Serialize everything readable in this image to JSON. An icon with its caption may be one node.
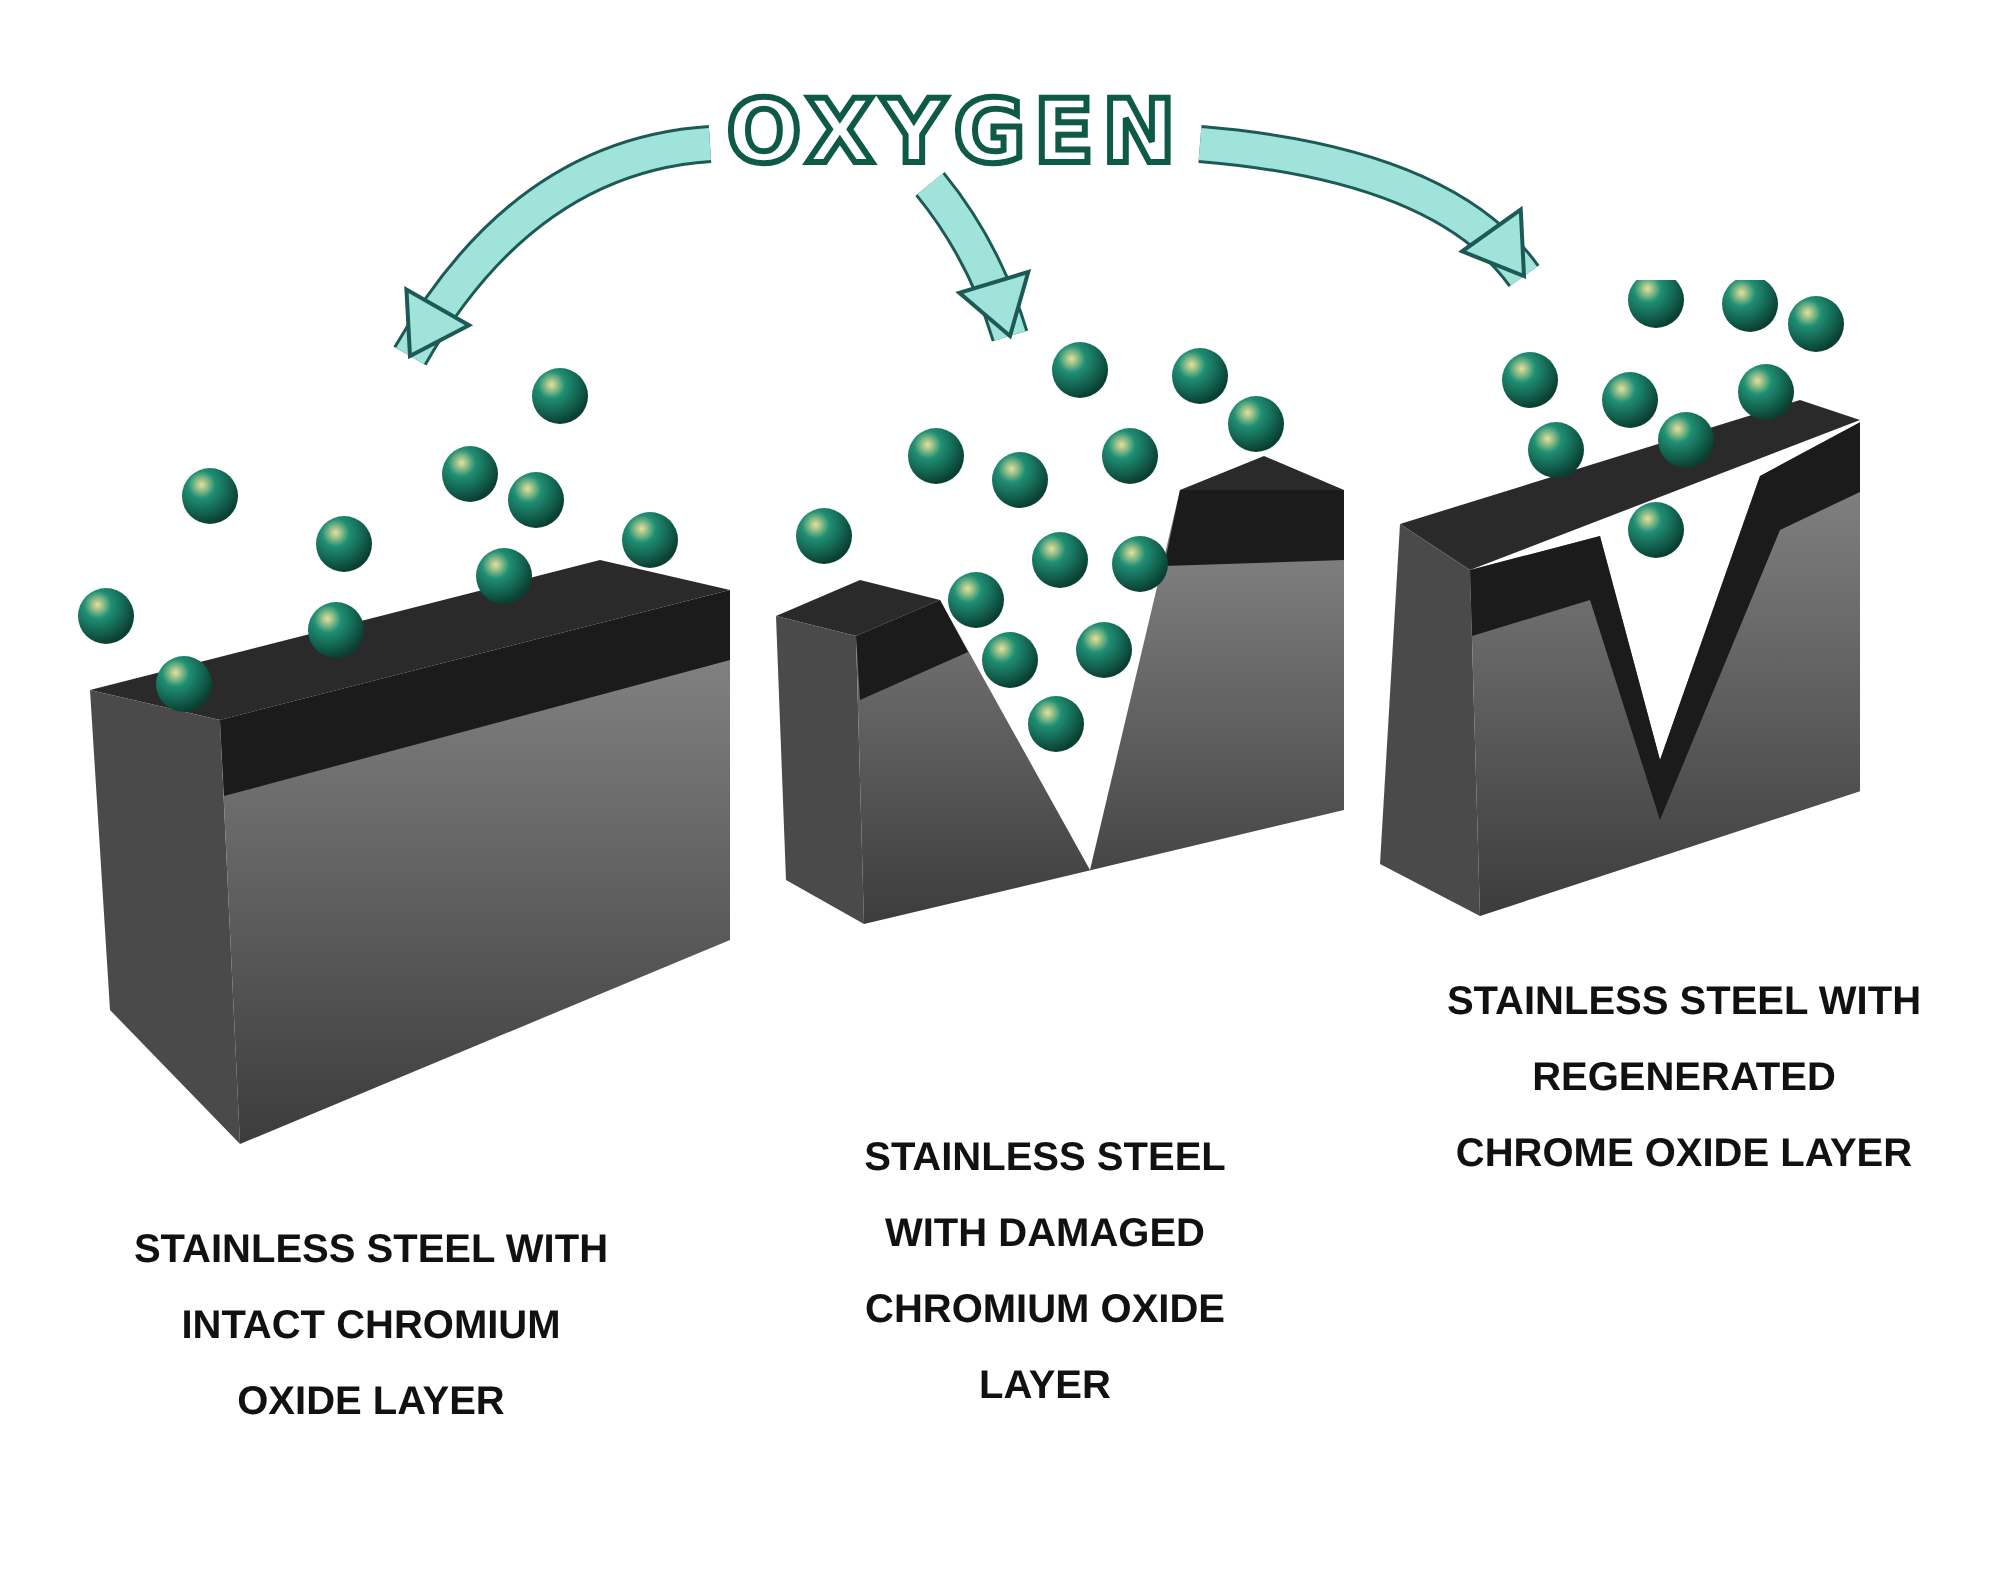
{
  "diagram": {
    "nodes": [
      {
        "text": [
          "OXYGEN"
        ]
      },
      {
        "text": [],
        "shape": "picture",
        "beside": [
          "STAINLESS STEEL WITH INTACT CHROMIUM OXIDE LAYER"
        ]
      },
      {
        "text": [],
        "shape": "picture"
      },
      {
        "text": [],
        "shape": "picture",
        "beside": [
          "STAINLESS STEEL WITH REGENERATED CHROME OXIDE LAYER"
        ]
      }
    ],
    "edges": [
      {
        "from": 0,
        "to": 1,
        "arrow": "to"
      },
      {
        "from": 0,
        "to": 2,
        "arrow": "to"
      },
      {
        "from": 0,
        "to": 3,
        "arrow": "to"
      }
    ],
    "labels": [
      "STAINLESS STEEL WITH DAMAGED CHROMIUM OXIDE LAYER"
    ]
  }
}
